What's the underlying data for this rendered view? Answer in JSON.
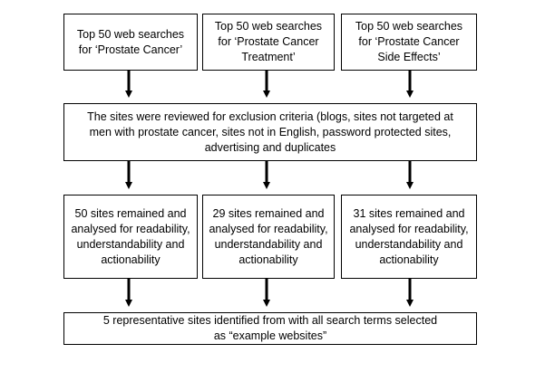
{
  "search_boxes": [
    {
      "text": "Top 50 web searches for ‘Prostate Cancer’"
    },
    {
      "text": "Top 50 web searches for ‘Prostate Cancer Treatment’"
    },
    {
      "text": "Top 50 web searches for ‘Prostate Cancer Side Effects’"
    }
  ],
  "review_box": {
    "text": "The sites were reviewed for exclusion criteria (blogs, sites not targeted at men with prostate cancer, sites not in English, password protected sites, advertising and duplicates"
  },
  "result_boxes": [
    {
      "text": "50 sites remained and analysed for readability, understandability and actionability"
    },
    {
      "text": "29 sites remained and analysed for readability, understandability and actionability"
    },
    {
      "text": "31 sites remained and analysed for readability, understandability and actionability"
    }
  ],
  "final_box": {
    "text": "5 representative sites identified from with all search terms selected as “example websites”"
  },
  "colors": {
    "border": "#000000",
    "text": "#000000",
    "background": "#ffffff"
  }
}
